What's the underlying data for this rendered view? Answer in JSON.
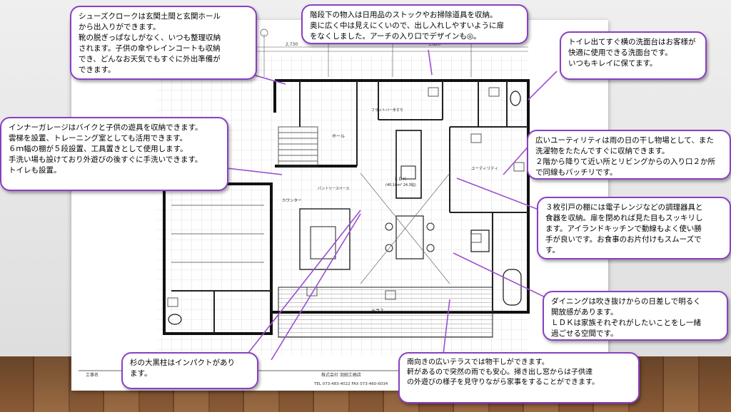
{
  "callouts": {
    "shoes_cloak": "シューズクロークは玄関土間と玄関ホール\nから出入りができます。\n靴の脱ぎっぱなしがなく、いつも整理収納\nされます。子供の傘やレインコートも収納\nでき、どんなお天気でもすぐに外出準備が\nできます。",
    "stair_storage": "階段下の物入は日用品のストックやお掃除道具を収納。\n奥に広く中は見えにくいので、出し入れしやすいように扉\nをなくしました。アーチの入り口でデザインも◎。",
    "toilet_sink": "トイレ出てすぐ横の洗面台はお客様が\n快適に使用できる洗面台です。\nいつもキレイに保てます。",
    "inner_garage": "インナーガレージはバイクと子供の遊具を収納できます。\n雲梯を設置、トレーニング室としても活用できます。\n６ｍ幅の棚が５段設置、工具置きとして使用します。\n手洗い場も設けており外遊びの後すぐに手洗いできます。\nトイレも設置。",
    "utility": "広いユーティリティは雨の日の干し物場として、また\n洗濯物をたたんですぐに収納できます。\n２階から降りて近い所とリビングからの入り口２か所\nで同線もバッチリです。",
    "sliding_shelf": "３枚引戸の棚には電子レンジなどの調理器具と\n食器を収納。扉を閉めれば見た目もスッキリし\nます。アイランドキッチンで動線もよく使い勝\n手が良いです。お食事のお片付けもスムーズで\nす。",
    "dining": "ダイニングは吹き抜けからの日差しで明るく\n開放感があります。\nＬＤＫは家族それぞれがしたいことをし一緒\n過ごせる空間です。",
    "pillar": "杉の大黒柱はインパクトがあり\nます。",
    "terrace": "南向きの広いテラスでは物干しができます。\n軒があるので突然の雨でも安心。掃き出し窓からは子供達\nの外遊びの様子を見守りながら家事をすることができます。"
  },
  "plan_labels": {
    "ldk": "ＬＤＫ",
    "ldk_area": "(40.16m² 24.3帖)",
    "hall": "ホール",
    "utility": "ユーティリティ",
    "counter": "カウンター",
    "terrace": "テラス",
    "flat_bar": "フラットバー手すり",
    "pantry": "パントリースペース",
    "dimension_top": "2,730",
    "dimension_top2": "1,820"
  },
  "title_block": {
    "label": "工事名",
    "company": "株式会社 羽田工務店",
    "tel": "TEL 073-483-4022  FAX 073-460-6034"
  },
  "colors": {
    "callout_border": "#8b3fc4",
    "leader": "#9a4fd0"
  }
}
